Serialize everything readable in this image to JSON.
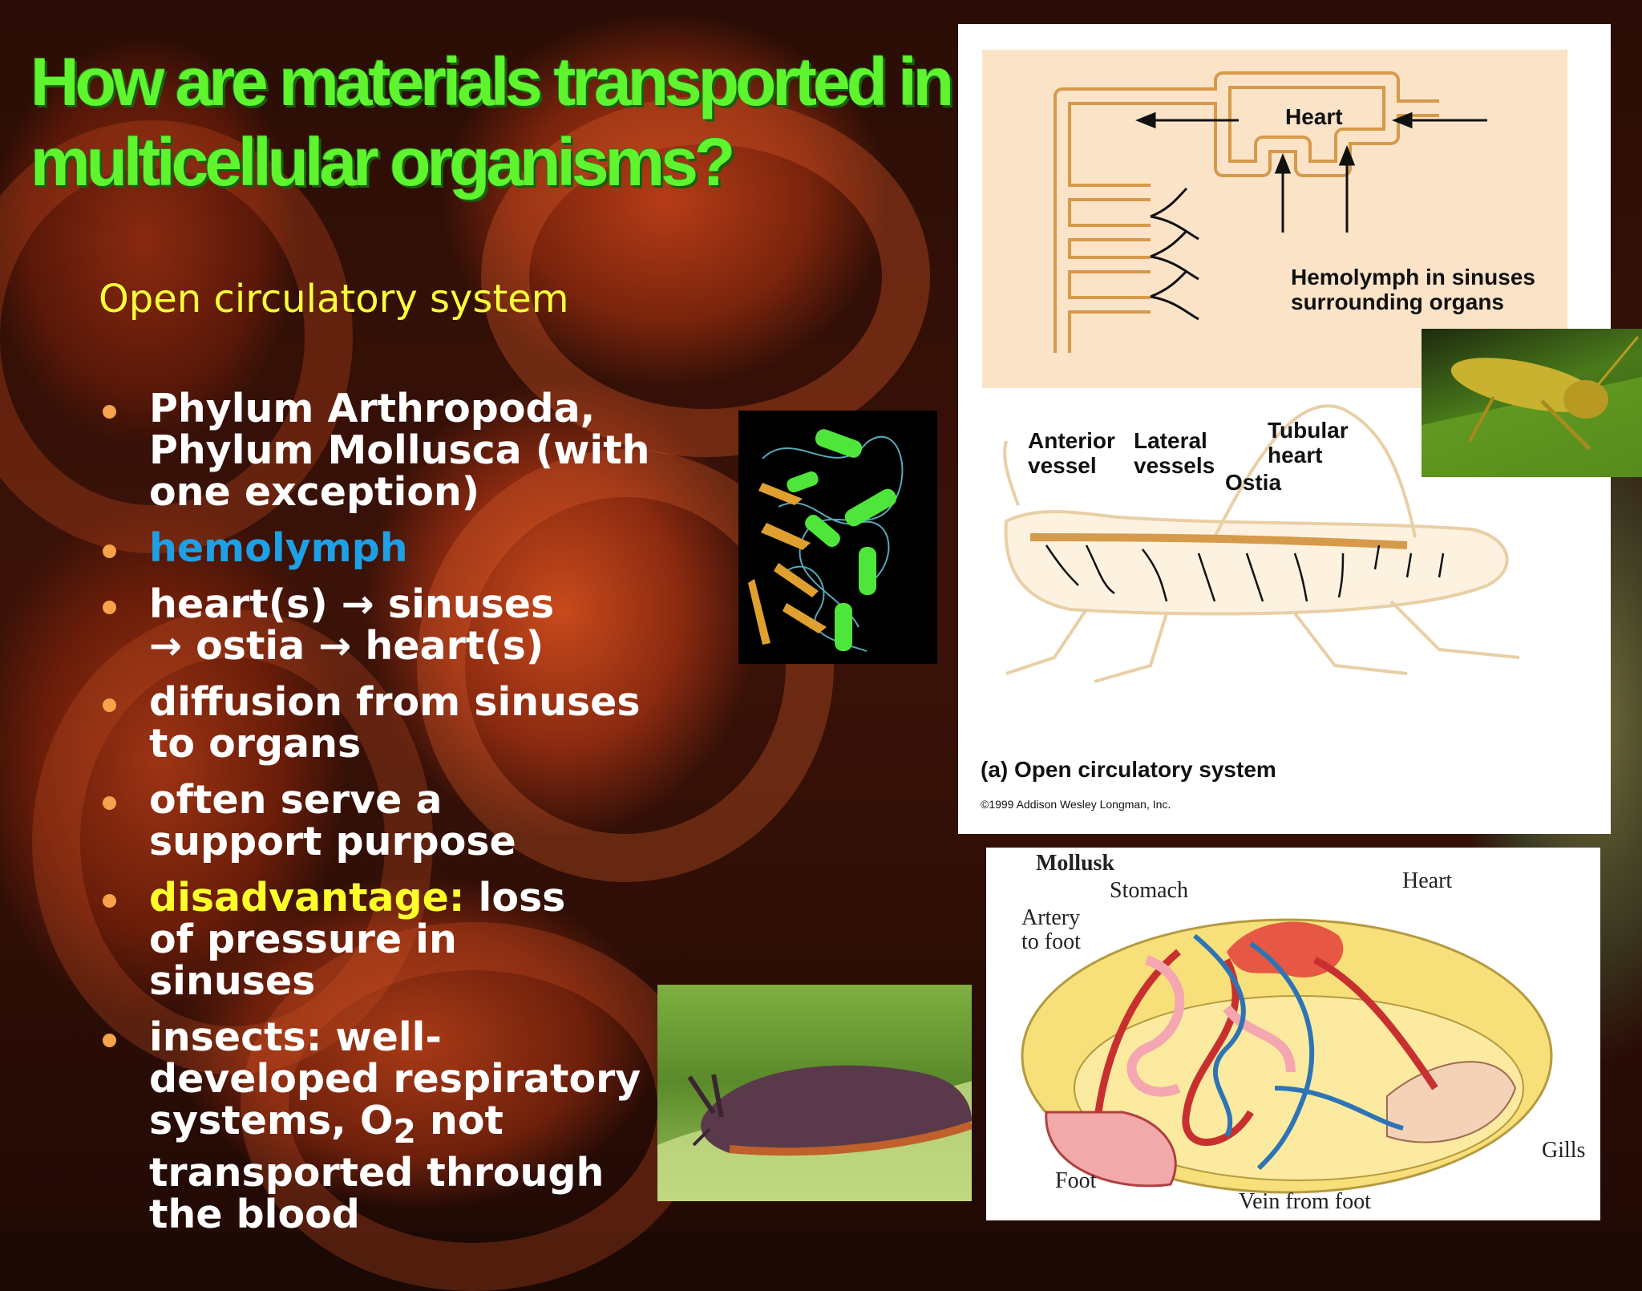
{
  "title": {
    "line1": "How are materials transported in",
    "line2": "multicellular organisms?"
  },
  "subtitle": "Open circulatory system",
  "bullets": [
    {
      "text": "Phylum Arthropoda, Phylum Mollusca (with one exception)"
    },
    {
      "text": "hemolymph"
    },
    {
      "text": "heart(s) → sinuses → ostia → heart(s)"
    },
    {
      "text": "diffusion from sinuses to organs"
    },
    {
      "text": "often serve a support purpose"
    },
    {
      "highlight": "disadvantage:",
      "rest": " loss of pressure in sinuses"
    },
    {
      "pre": "insects: well-developed respiratory systems, O",
      "sub": "2",
      "post": " not transported through the blood"
    }
  ],
  "insect_figure": {
    "heart": "Heart",
    "hemolymph_line1": "Hemolymph in sinuses",
    "hemolymph_line2": "surrounding organs",
    "anterior_line1": "Anterior",
    "anterior_line2": "vessel",
    "lateral_line1": "Lateral",
    "lateral_line2": "vessels",
    "tubular_line1": "Tubular",
    "tubular_line2": "heart",
    "ostia": "Ostia",
    "caption": "(a) Open circulatory system",
    "copyright": "©1999 Addison Wesley Longman, Inc."
  },
  "mollusk_figure": {
    "title": "Mollusk",
    "stomach": "Stomach",
    "heart": "Heart",
    "artery_line1": "Artery",
    "artery_line2": "to foot",
    "gills": "Gills",
    "foot": "Foot",
    "vein": "Vein from foot"
  },
  "colors": {
    "title": "#5ef52f",
    "subtitle": "#ffff3a",
    "bullet_dot": "#f6a34b",
    "hemolymph": "#1ea0e6",
    "disadvantage": "#ffff2a"
  }
}
